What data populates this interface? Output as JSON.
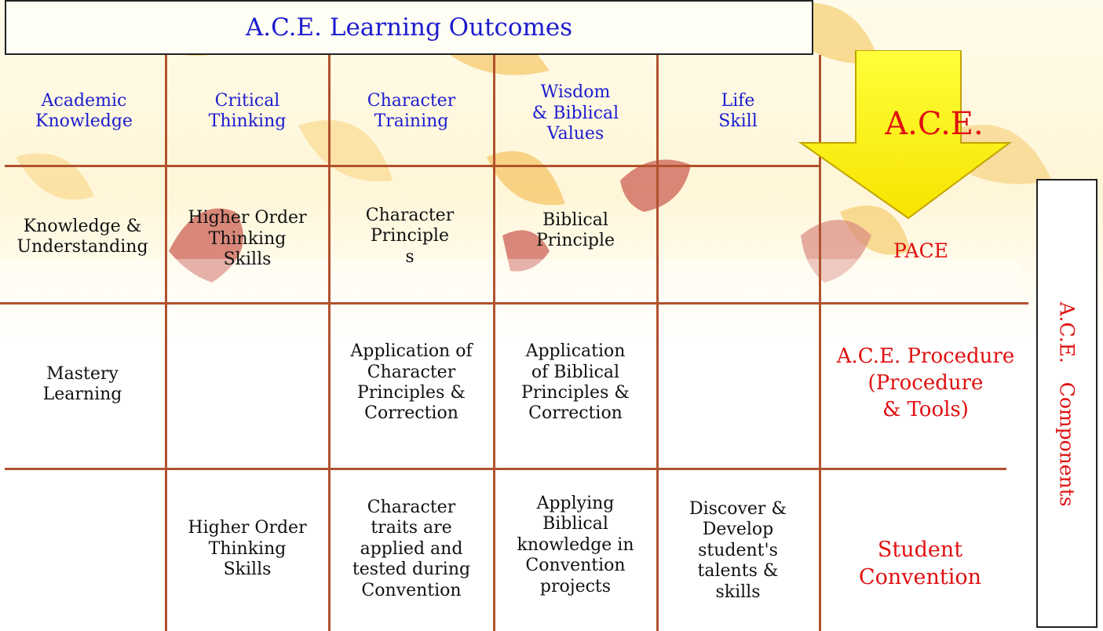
{
  "title": "A.C.E. Learning Outcomes",
  "headers": [
    "Academic\nKnowledge",
    "Critical\nThinking",
    "Character\nTraining",
    "Wisdom\n& Biblical\nValues",
    "Life\nSkill"
  ],
  "rows": [
    {
      "cells": [
        "Knowledge &\nUnderstanding",
        "Higher Order\nThinking\nSkills",
        "Character\nPrinciple\ns",
        "Biblical\nPrinciple",
        ""
      ],
      "component": "PACE"
    },
    {
      "cells": [
        "Mastery\nLearning",
        "",
        "Application of\nCharacter\nPrinciples &\nCorrection",
        "Application\nof Biblical\nPrinciples &\nCorrection",
        ""
      ],
      "component": "A.C.E. Procedure\n(Procedure\n& Tools)"
    },
    {
      "cells": [
        "",
        "Higher Order\nThinking\nSkills",
        "Character\ntraits are\napplied and\ntested during\nConvention",
        "Applying\nBiblical\nknowledge in\nConvention\nprojects",
        "Discover &\nDevelop\nstudent's\ntalents &\nskills"
      ],
      "component": "Student\nConvention"
    }
  ],
  "arrow_label": "A.C.E.",
  "side_label": "A.C.E.   Components",
  "colors": {
    "header_text": "#1c1ccf",
    "component_text": "#e01010",
    "grid_lines": "#b0522e",
    "arrow_fill": "#ffff00",
    "body_text": "#111111"
  },
  "icons": [
    "down-arrow-icon"
  ]
}
